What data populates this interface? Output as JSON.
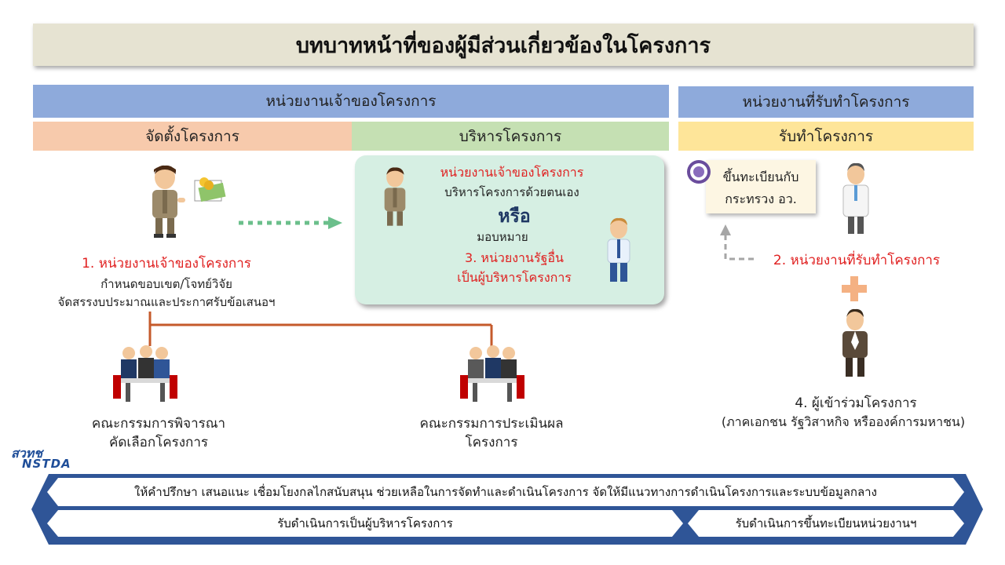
{
  "title": "บทบาทหน้าที่ของผู้มีส่วนเกี่ยวข้องในโครงการ",
  "headers": {
    "owner": "หน่วยงานเจ้าของโครงการ",
    "contractor": "หน่วยงานที่รับทำโครงการ"
  },
  "subheaders": {
    "setup": "จัดตั้งโครงการ",
    "manage": "บริหารโครงการ",
    "execute": "รับทำโครงการ"
  },
  "owner_role": {
    "heading": "1. หน่วยงานเจ้าของโครงการ",
    "line1": "กำหนดขอบเขต/โจทย์วิจัย",
    "line2": "จัดสรรงบประมาณและประกาศรับข้อเสนอฯ"
  },
  "manage_box": {
    "heading": "หน่วยงานเจ้าของโครงการ",
    "self": "บริหารโครงการด้วยตนเอง",
    "or": "หรือ",
    "assign": "มอบหมาย",
    "other_heading_1": "3. หน่วยงานรัฐอื่น",
    "other_heading_2": "เป็นผู้บริหารโครงการ"
  },
  "register": {
    "line1": "ขึ้นทะเบียนกับ",
    "line2": "กระทรวง อว."
  },
  "contractor_role": "2. หน่วยงานที่รับทำโครงการ",
  "participant": {
    "line1": "4. ผู้เข้าร่วมโครงการ",
    "line2": "(ภาคเอกชน รัฐวิสาหกิจ หรือองค์การมหาชน)"
  },
  "committees": {
    "selection_1": "คณะกรรมการพิจารณา",
    "selection_2": "คัดเลือกโครงการ",
    "evaluation_1": "คณะกรรมการประเมินผล",
    "evaluation_2": "โครงการ"
  },
  "logo": {
    "thai": "สวทช",
    "latin": "NSTDA"
  },
  "footer": {
    "row1": "ให้คำปรึกษา เสนอแนะ เชื่อมโยงกลไกสนับสนุน ช่วยเหลือในการจัดทำและดำเนินโครงการ จัดให้มีแนวทางการดำเนินโครงการและระบบข้อมูลกลาง",
    "row2_left": "รับดำเนินการเป็นผู้บริหารโครงการ",
    "row2_right": "รับดำเนินการขึ้นทะเบียนหน่วยงานฯ"
  },
  "colors": {
    "header_blue": "#8eaadb",
    "setup_peach": "#f7caac",
    "manage_green": "#c5e0b3",
    "execute_yellow": "#fee599",
    "highlight_red": "#e02020",
    "footer_navy": "#2f5597",
    "connector_orange": "#c55a2b"
  }
}
